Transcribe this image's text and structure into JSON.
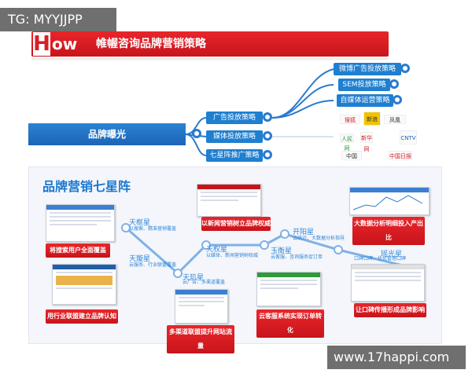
{
  "watermark_top": "TG: MYYJJPP",
  "watermark_bottom": "www.17happi.com",
  "header": {
    "h_letter": "H",
    "ow": "ow",
    "title": "帷幄咨询品牌营销策略"
  },
  "root": "品牌曝光",
  "branches": [
    "广告投放策略",
    "媒体投放策略",
    "七星阵推广策略"
  ],
  "ad_sub": [
    "微博广告投放策略",
    "SEM投放策略",
    "自媒体运营策略"
  ],
  "panel_title": "品牌营销七星阵",
  "stars": [
    {
      "name": "天枢星",
      "desc": "以搜索、精准营销覆盖"
    },
    {
      "name": "天璇星",
      "desc": "云服务、行业联盟覆盖"
    },
    {
      "name": "天玑星",
      "desc": "云广告、多渠道覆盖"
    },
    {
      "name": "天权星",
      "desc": "以媒体、新闻营销树权威"
    },
    {
      "name": "玉衡星",
      "desc": "云客服、咨询服务促订单"
    },
    {
      "name": "开阳星",
      "desc": "云统计、大数据分析指导"
    },
    {
      "name": "瑶光星",
      "desc": "口碑口碑、优化管理口碑"
    }
  ],
  "labels": [
    "以新闻营销树立品牌权威",
    "大数据分析明细投入产出比",
    "将搜索用户全面覆盖",
    "用行业联盟建立品牌认知",
    "多渠道联盟提升网站流量",
    "云客服系统实现订单转化",
    "让口碑传播形成品牌影响"
  ],
  "logos": [
    "搜狐",
    "新浪",
    "凤凰",
    "人民网",
    "新华网",
    "CNTV",
    "中国",
    "中国日报"
  ]
}
